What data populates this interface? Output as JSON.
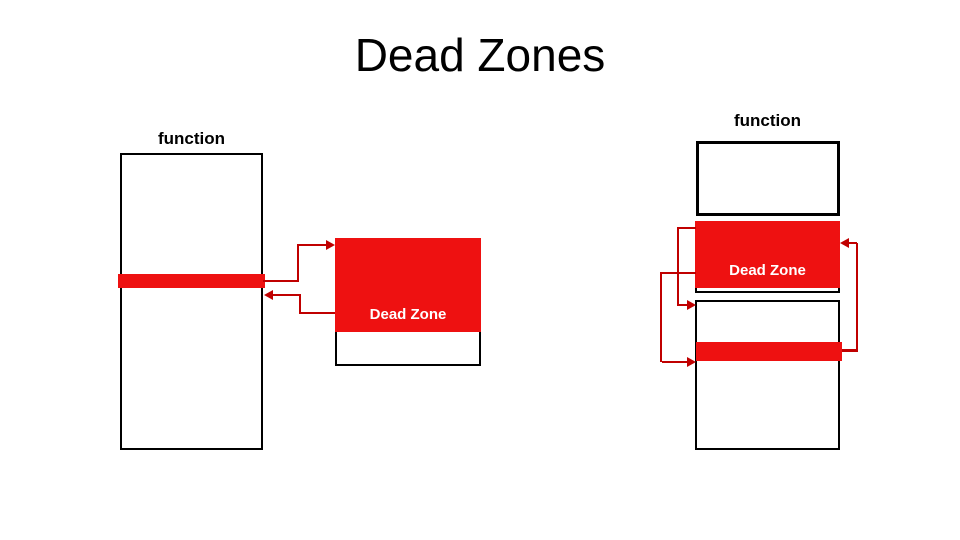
{
  "title": "Dead Zones",
  "colors": {
    "background": "#ffffff",
    "red_fill": "#ee1111",
    "red_line": "#c00000",
    "box_border": "#000000",
    "title_text": "#000000",
    "label_text": "#000000",
    "dead_zone_text": "#ffffff"
  },
  "left_diagram": {
    "function_label": "function",
    "dead_zone_label": "Dead Zone"
  },
  "right_diagram": {
    "function_label": "function",
    "dead_zone_label": "Dead Zone"
  }
}
